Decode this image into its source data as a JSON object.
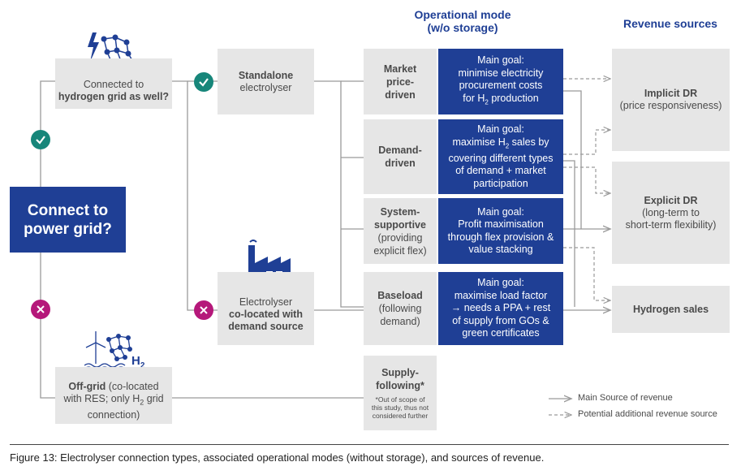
{
  "headers": {
    "operational_mode_line1": "Operational mode",
    "operational_mode_line2": "(w/o storage)",
    "revenue_sources": "Revenue sources"
  },
  "connect": {
    "line1": "Connect to",
    "line2": "power grid?"
  },
  "hydrogen_grid": {
    "line1": "Connected to",
    "line2": "hydrogen grid as well?"
  },
  "offgrid": {
    "bold": "Off-grid",
    "rest1": " (co-located",
    "line2": "with RES; only H",
    "sub": "2",
    "line2_end": " grid",
    "line3": "connection)"
  },
  "standalone": {
    "line1": "Standalone",
    "line2": "electrolyser"
  },
  "colocated": {
    "line1": "Electrolyser",
    "line2": "co-located with",
    "line3": "demand source"
  },
  "h2_label": "H",
  "h2_sub": "2",
  "modes": {
    "market": {
      "l1": "Market",
      "l2": "price-",
      "l3": "driven"
    },
    "demand": {
      "l1": "Demand-",
      "l2": "driven"
    },
    "system": {
      "l1": "System-",
      "l2": "supportive",
      "l3": "(providing",
      "l4": "explicit flex)"
    },
    "baseload": {
      "l1": "Baseload",
      "l2": "(following",
      "l3": "demand)"
    },
    "supply": {
      "l1": "Supply-",
      "l2": "following*",
      "note1": "*Out of scope of",
      "note2": "this study, thus not",
      "note3": "considered further"
    }
  },
  "goals": {
    "market": {
      "l1": "Main goal:",
      "l2": "minimise electricity",
      "l3": "procurement costs",
      "l4a": "for H",
      "l4sub": "2",
      "l4b": " production"
    },
    "demand": {
      "l1": "Main goal:",
      "l2a": "maximise H",
      "l2sub": "2",
      "l2b": " sales by",
      "l3": "covering different types",
      "l4": "of demand + market",
      "l5": "participation"
    },
    "system": {
      "l1": "Main goal:",
      "l2": "Profit maximisation",
      "l3": "through flex provision &",
      "l4": "value stacking"
    },
    "baseload": {
      "l1": "Main goal:",
      "l2": "maximise load factor",
      "l3": "→ needs a PPA + rest",
      "l4": "of supply from GOs &",
      "l5": "green certificates"
    }
  },
  "revenue": {
    "implicit": {
      "l1": "Implicit DR",
      "l2": "(price responsiveness)"
    },
    "explicit": {
      "l1": "Explicit DR",
      "l2": "(long-term to",
      "l3": "short-term flexibility)"
    },
    "hydrogen": {
      "l1": "Hydrogen sales"
    }
  },
  "legend": {
    "main": "Main Source of revenue",
    "potential": "Potential additional revenue source"
  },
  "caption": "Figure 13: Electrolyser connection types, associated operational modes (without storage), and sources of revenue.",
  "colors": {
    "blue": "#1f3f95",
    "grey_box": "#e6e6e6",
    "check_green": "#17867a",
    "cross_magenta": "#b5187a",
    "line": "#9a9a9a"
  }
}
